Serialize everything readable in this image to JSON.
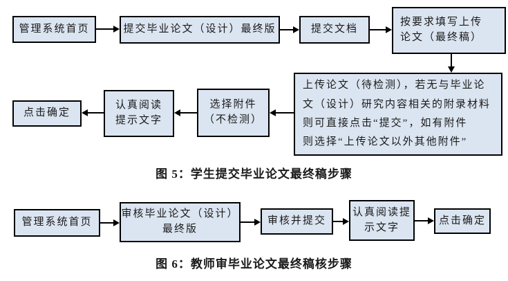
{
  "figure5": {
    "caption": "图 5：学生提交毕业论文最终稿步骤",
    "boxes": {
      "home": {
        "lines": [
          "管理系统首页"
        ]
      },
      "submit_final": {
        "lines": [
          "提交毕业论文（设计）最终版"
        ]
      },
      "submit_doc": {
        "lines": [
          "提交文档"
        ]
      },
      "fill_upload": {
        "lines": [
          "按要求填写上传",
          "论文（最终稿）"
        ]
      },
      "upload_detail": {
        "lines": [
          "上传论文（待检测），若无与毕业论",
          "文（设计）研究内容相关的附录材料",
          "则可直接点击“提交”，如有附件",
          "则选择“上传论文以外其他附件”"
        ]
      },
      "choose_attachment": {
        "lines": [
          "选择附件",
          "（不检测）"
        ]
      },
      "read_prompt": {
        "lines": [
          "认真阅读",
          "提示文字"
        ]
      },
      "click_confirm": {
        "lines": [
          "点击确定"
        ]
      }
    }
  },
  "figure6": {
    "caption": "图 6：教师审毕业论文最终稿核步骤",
    "boxes": {
      "home": {
        "lines": [
          "管理系统首页"
        ]
      },
      "review_final": {
        "lines": [
          "审核毕业论文（设计）",
          "最终版"
        ]
      },
      "review_submit": {
        "lines": [
          "审核并提交"
        ]
      },
      "read_prompt": {
        "lines": [
          "认真阅读提",
          "示文字"
        ]
      },
      "click_confirm": {
        "lines": [
          "点击确定"
        ]
      }
    }
  },
  "colors": {
    "box_fill": "#dbe5f1",
    "box_border": "#000000",
    "arrow": "#000000",
    "text": "#1a1a1a"
  }
}
